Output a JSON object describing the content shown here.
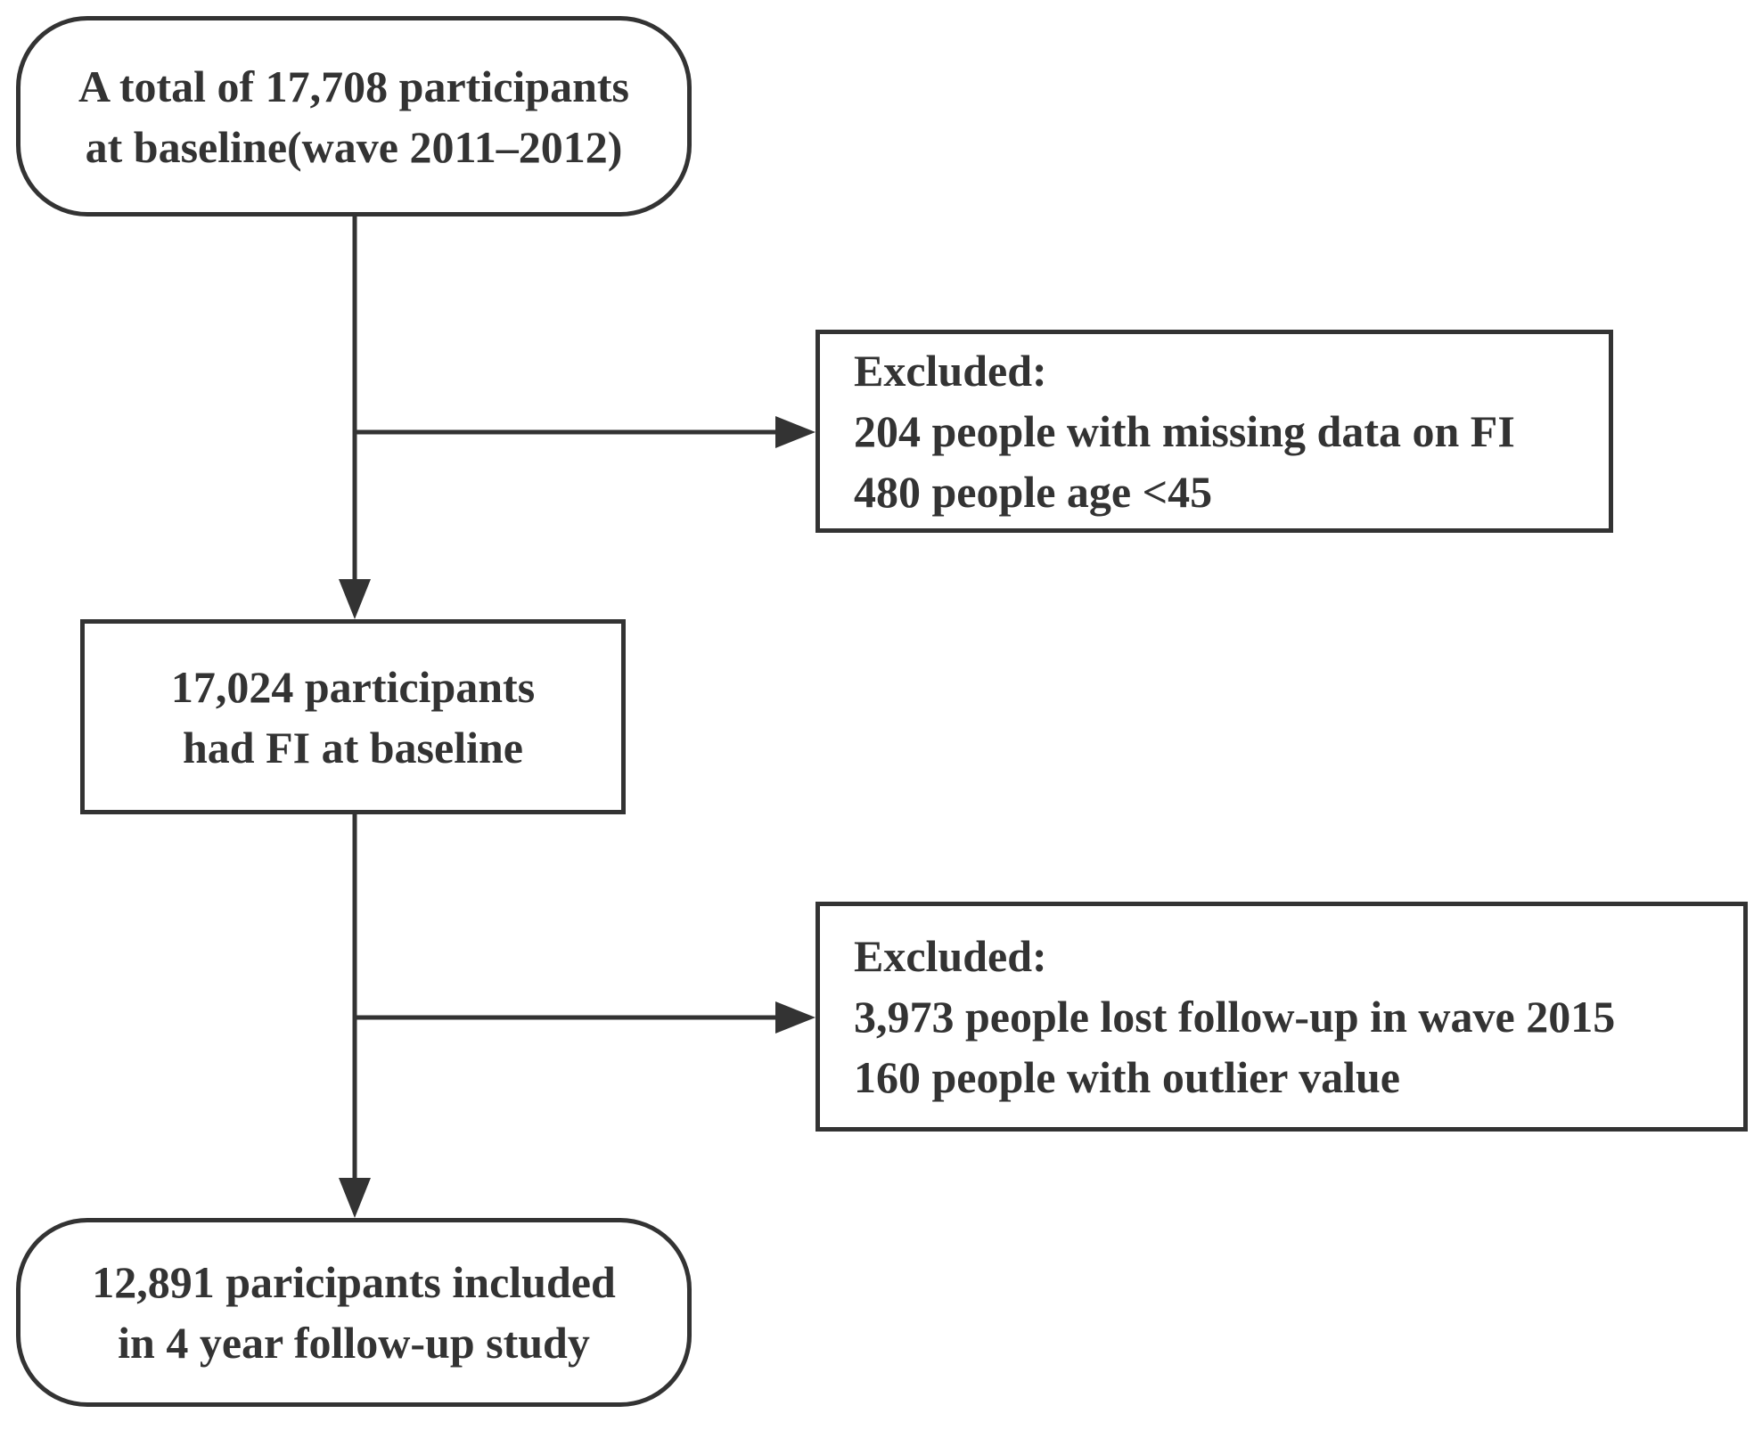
{
  "flowchart": {
    "start": {
      "lines": [
        "A total of 17,708 participants",
        "at baseline(wave 2011–2012)"
      ]
    },
    "exclusion_1": {
      "lines": [
        "Excluded:",
        "204 people with missing data on FI",
        "480 people age <45"
      ]
    },
    "step_2": {
      "lines": [
        "17,024 participants",
        "had FI at baseline"
      ]
    },
    "exclusion_2": {
      "lines": [
        "Excluded:",
        "3,973 people lost follow-up in wave 2015",
        "160 people with outlier value"
      ]
    },
    "end": {
      "lines": [
        "12,891 paricipants included",
        "in 4 year follow-up  study"
      ]
    }
  },
  "colors": {
    "stroke": "#333333",
    "text": "#333333",
    "background": "#ffffff"
  }
}
